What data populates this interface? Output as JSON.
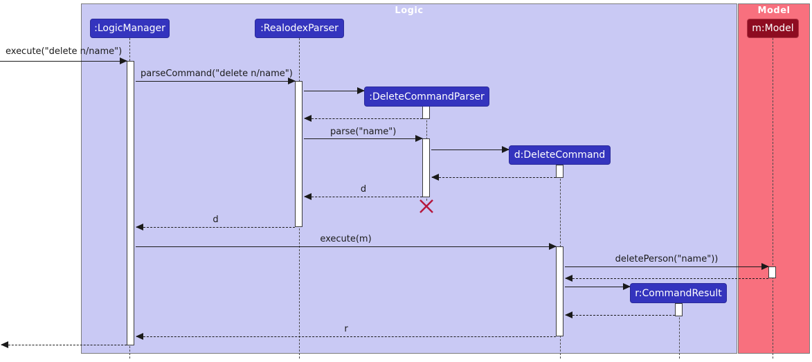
{
  "frames": {
    "logic": {
      "title": "Logic"
    },
    "model": {
      "title": "Model"
    }
  },
  "participants": {
    "logic_manager": {
      "label": ":LogicManager"
    },
    "realodex_parser": {
      "label": ":RealodexParser"
    },
    "delete_command_parser": {
      "label": ":DeleteCommandParser"
    },
    "delete_command": {
      "label": "d:DeleteCommand"
    },
    "command_result": {
      "label": "r:CommandResult"
    },
    "model": {
      "label": "m:Model"
    }
  },
  "messages": {
    "execute_entry": "execute(\"delete n/name\")",
    "parse_command": "parseCommand(\"delete n/name\")",
    "parse": "parse(\"name\")",
    "return_d_to_parser": "d",
    "return_d_to_manager": "d",
    "execute_m": "execute(m)",
    "delete_person": "deletePerson(\"name\"))",
    "return_r": "r"
  },
  "colors": {
    "canvas_bg": "#ffffff",
    "logic_frame_fill": "#C9C9F4",
    "model_frame_fill": "#F8707E",
    "frame_border": "#7b7b7b",
    "frame_title_color": "#ffffff",
    "participant_fill": "#3434BE",
    "participant_border": "#2A2A9A",
    "participant_text": "#ffffff",
    "model_participant_fill": "#8E0C21",
    "model_participant_border": "#B03342",
    "activation_fill": "#ffffff",
    "activation_border": "#3a3a3a",
    "line_color": "#1a1a1a",
    "lifeline_color": "#4a4a4a",
    "destroy_color": "#B5173C"
  }
}
